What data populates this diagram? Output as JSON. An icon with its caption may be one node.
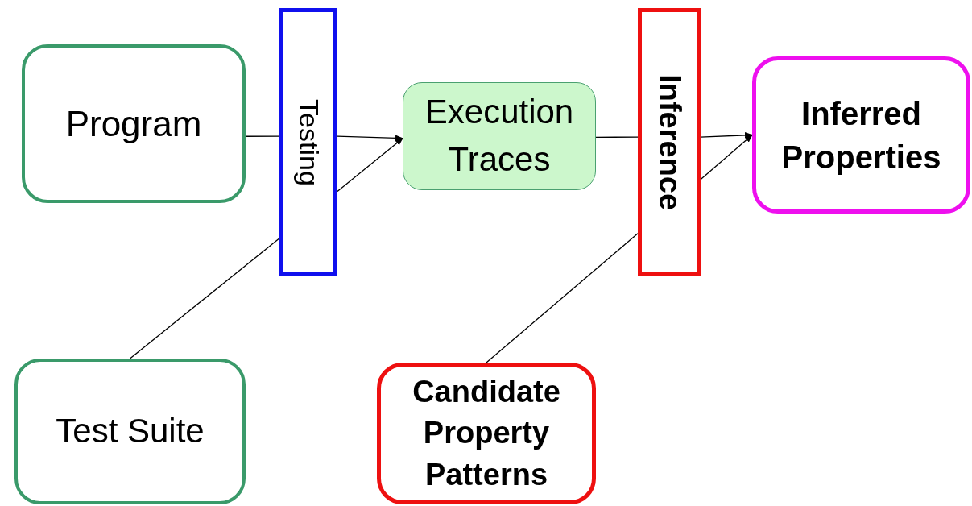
{
  "diagram": {
    "nodes": [
      {
        "text": [
          "Program"
        ]
      },
      {
        "text": [
          "Testing"
        ]
      },
      {
        "text": [
          "Execution Traces"
        ]
      },
      {
        "text": [
          "Inference"
        ]
      },
      {
        "text": [
          "Inferred Properties"
        ]
      },
      {
        "text": [
          "Test Suite"
        ]
      },
      {
        "text": [
          "Candidate Property Patterns"
        ]
      }
    ],
    "edges": [
      {
        "from": 0,
        "to": 1,
        "arrow": "none"
      },
      {
        "from": 1,
        "to": 2,
        "arrow": "to"
      },
      {
        "from": 5,
        "to": 1,
        "arrow": "none"
      },
      {
        "from": 1,
        "to": 2,
        "arrow": "to"
      },
      {
        "from": 2,
        "to": 3,
        "arrow": "none"
      },
      {
        "from": 3,
        "to": 4,
        "arrow": "to"
      },
      {
        "from": 6,
        "to": 3,
        "arrow": "none"
      },
      {
        "from": 3,
        "to": 4,
        "arrow": "to"
      }
    ]
  }
}
